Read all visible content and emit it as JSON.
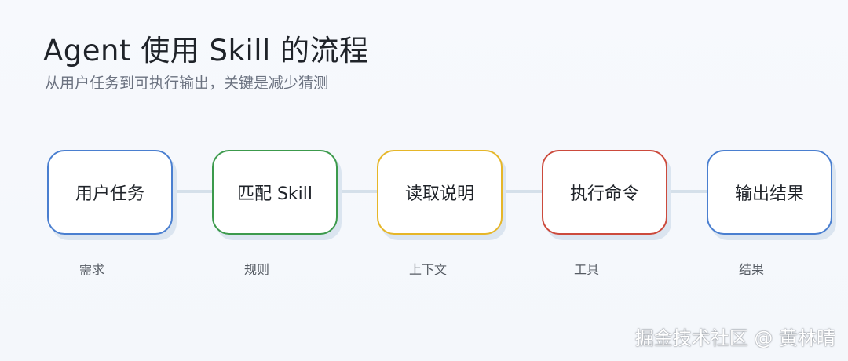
{
  "header": {
    "title": "Agent 使用 Skill 的流程",
    "subtitle": "从用户任务到可执行输出，关键是减少猜测"
  },
  "flow": {
    "steps": [
      {
        "label": "用户任务",
        "caption": "需求",
        "color": "#4a7fd0"
      },
      {
        "label": "匹配 Skill",
        "caption": "规则",
        "color": "#3c9a4c"
      },
      {
        "label": "读取说明",
        "caption": "上下文",
        "color": "#e6b628"
      },
      {
        "label": "执行命令",
        "caption": "工具",
        "color": "#cc4a3c"
      },
      {
        "label": "输出结果",
        "caption": "结果",
        "color": "#4a7fd0"
      }
    ]
  },
  "watermark": "掘金技术社区 @ 黄林晴"
}
